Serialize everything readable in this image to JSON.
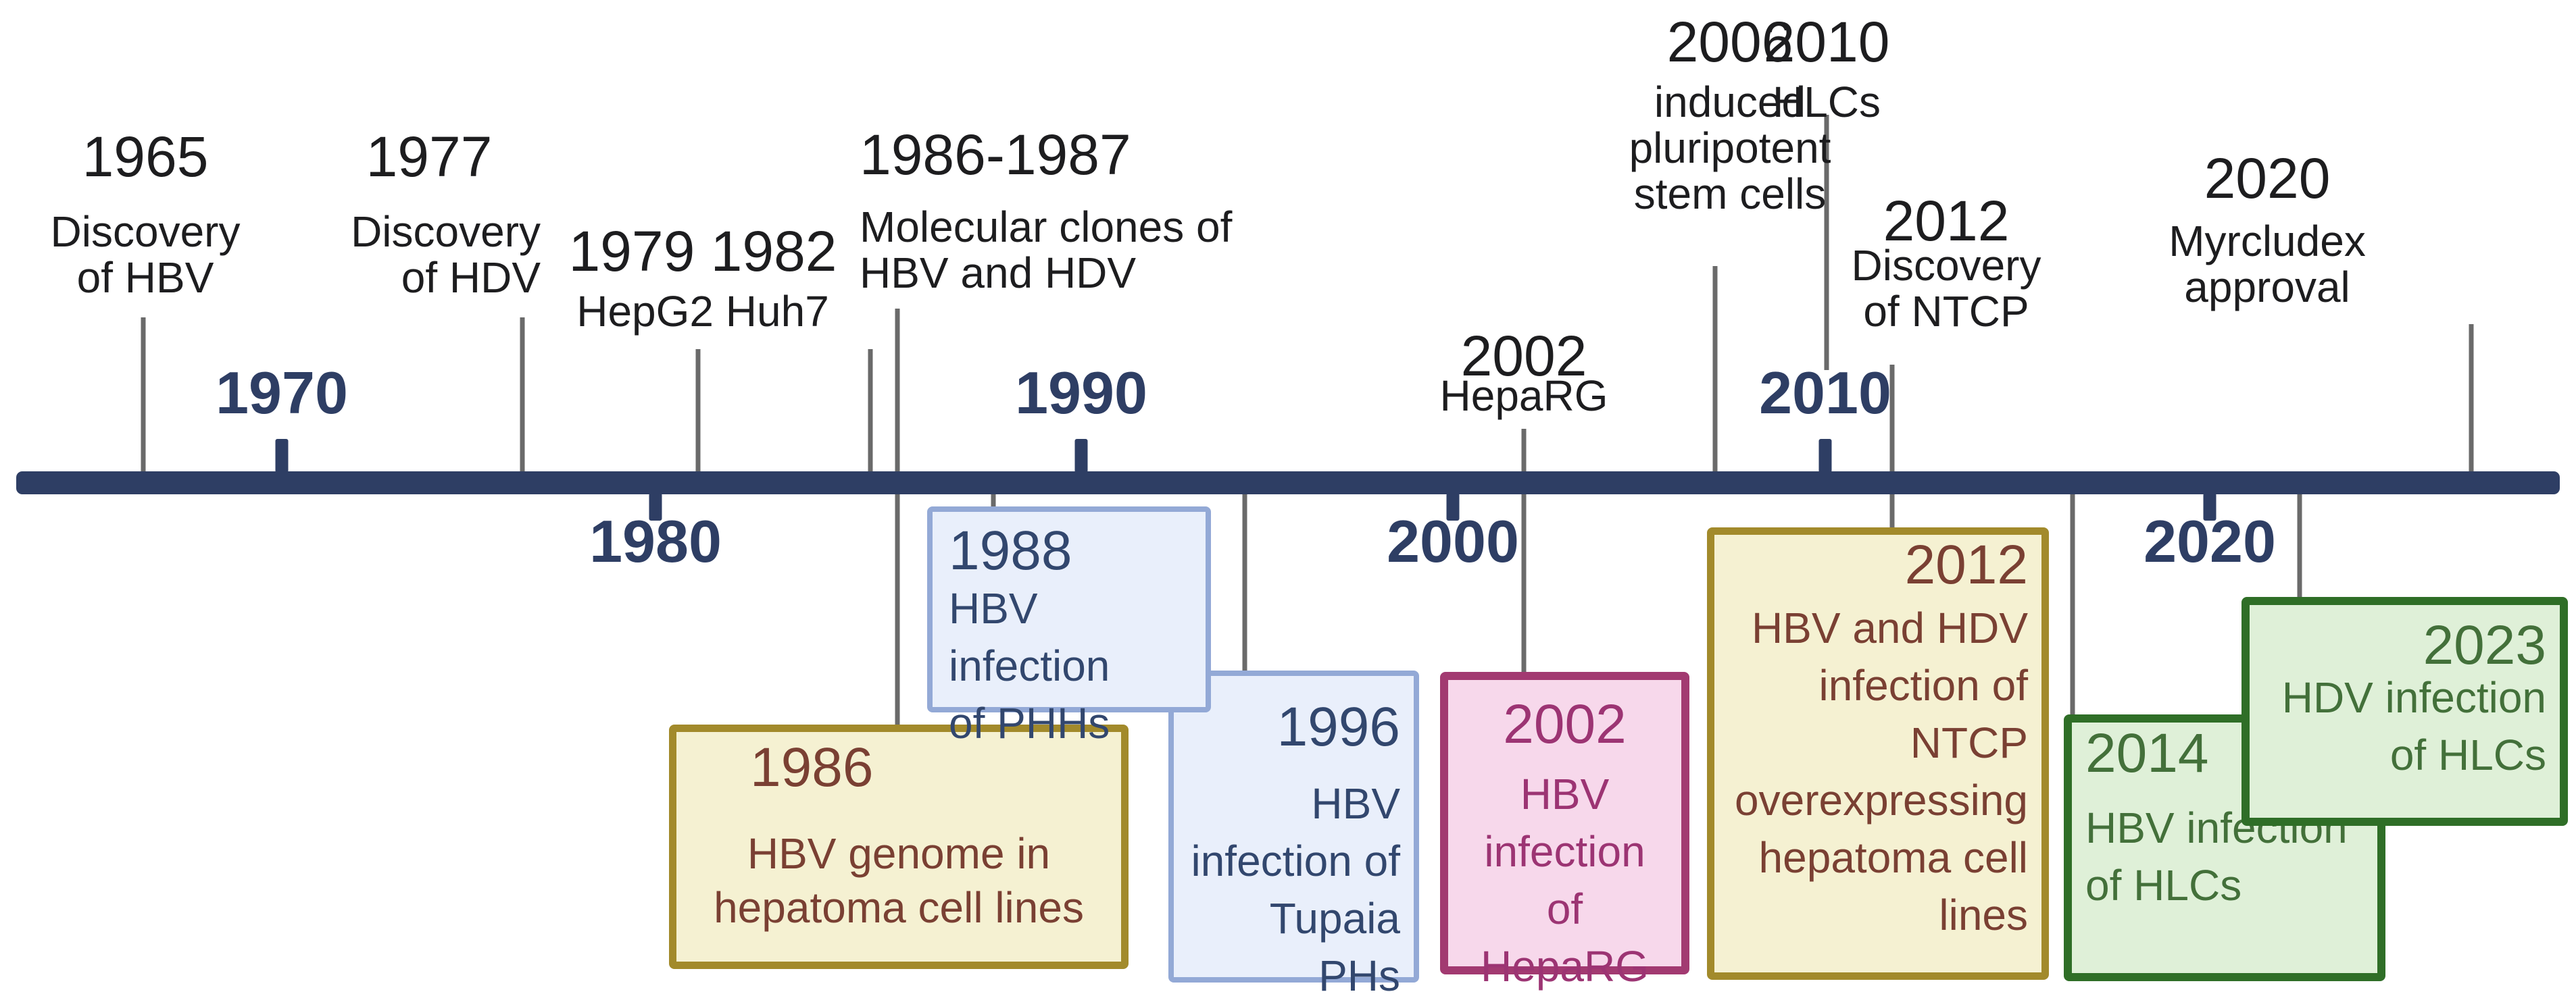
{
  "colors": {
    "background": "#ffffff",
    "navy": "#2e3e64",
    "line": "#6a6a6a",
    "event-text": "#1d1d1f",
    "yellow-fill": "#f5f1d2",
    "yellow-border": "#a28a2b",
    "yellow-text": "#7a4033",
    "blue-fill": "#e9effb",
    "blue-border": "#93a9d6",
    "blue-text": "#32476e",
    "pink-fill": "#f7d8eb",
    "pink-border": "#a23a71",
    "pink-text": "#9c3473",
    "green-fill": "#dff0d8",
    "green-border": "#2f6e27",
    "green-text": "#43703a"
  },
  "timeline": {
    "decades": [
      {
        "label": "1970"
      },
      {
        "label": "1980"
      },
      {
        "label": "1990"
      },
      {
        "label": "2000"
      },
      {
        "label": "2010"
      },
      {
        "label": "2020"
      }
    ],
    "events": {
      "e1965": {
        "year": "1965",
        "lines": [
          "Discovery",
          "of HBV"
        ]
      },
      "e1977": {
        "year": "1977",
        "lines": [
          "Discovery",
          "of HDV"
        ]
      },
      "e1979_1982": {
        "year": "1979 1982",
        "lines": [
          "HepG2 Huh7"
        ]
      },
      "e1986_1987": {
        "year": "1986-1987",
        "lines": [
          "Molecular clones of",
          "HBV and HDV"
        ]
      },
      "e2002": {
        "year": "2002",
        "lines": [
          "HepaRG"
        ]
      },
      "e2006": {
        "year": "2006",
        "lines": [
          "induced",
          "pluripotent",
          "stem cells"
        ]
      },
      "e2010": {
        "year": "2010",
        "lines": [
          "HLCs"
        ]
      },
      "e2012": {
        "year": "2012",
        "lines": [
          "Discovery",
          "of NTCP"
        ]
      },
      "e2020": {
        "year": "2020",
        "lines": [
          "Myrcludex",
          "approval"
        ]
      }
    },
    "boxes": {
      "b1986": {
        "year": "1986",
        "lines": [
          "HBV genome in",
          "hepatoma cell lines"
        ]
      },
      "b1988": {
        "year": "1988",
        "lines": [
          "HBV infection",
          "of PHHs"
        ]
      },
      "b1996": {
        "year": "1996",
        "lines": [
          "HBV",
          "infection of",
          "Tupaia PHs"
        ]
      },
      "b2002": {
        "year": "2002",
        "lines": [
          "HBV",
          "infection",
          "of HepaRG"
        ]
      },
      "b2012": {
        "year": "2012",
        "lines": [
          "HBV and HDV",
          "infection of",
          "NTCP",
          "overexpressing",
          "hepatoma cell",
          "lines"
        ]
      },
      "b2014": {
        "year": "2014",
        "lines": [
          "HBV infection",
          "of HLCs"
        ]
      },
      "b2023": {
        "year": "2023",
        "lines": [
          "HDV infection",
          "of HLCs"
        ]
      }
    }
  }
}
